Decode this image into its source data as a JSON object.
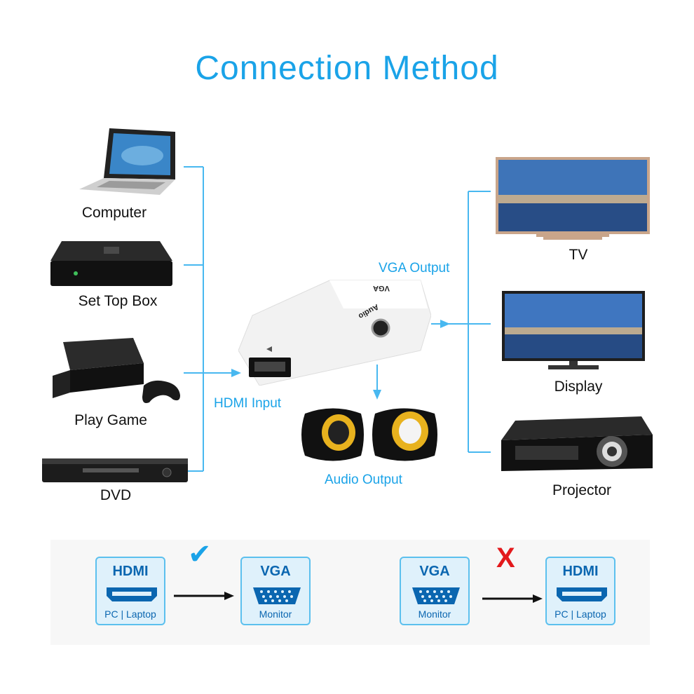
{
  "title": "Connection Method",
  "sources": [
    {
      "label": "Computer",
      "icon": "laptop-icon"
    },
    {
      "label": "Set Top Box",
      "icon": "set-top-box-icon"
    },
    {
      "label": "Play Game",
      "icon": "game-console-icon"
    },
    {
      "label": "DVD",
      "icon": "dvd-player-icon"
    }
  ],
  "outputs": [
    {
      "label": "TV",
      "icon": "tv-icon"
    },
    {
      "label": "Display",
      "icon": "monitor-icon"
    },
    {
      "label": "Projector",
      "icon": "projector-icon"
    }
  ],
  "adapter": {
    "hdmi_input": "HDMI Input",
    "vga_output": "VGA Output",
    "audio_output": "Audio Output",
    "body_vga_text": "VGA",
    "body_audio_text": "Audio"
  },
  "compat": {
    "ok": {
      "from_head": "HDMI",
      "from_sub": "PC | Laptop",
      "to_head": "VGA",
      "to_sub": "Monitor",
      "mark": "✔"
    },
    "bad": {
      "from_head": "VGA",
      "from_sub": "Monitor",
      "to_head": "HDMI",
      "to_sub": "PC | Laptop",
      "mark": "X"
    }
  },
  "colors": {
    "accent": "#1aa3e8",
    "wrong": "#e3191c",
    "card_border": "#5cc0ee",
    "card_text": "#0a66b0"
  }
}
